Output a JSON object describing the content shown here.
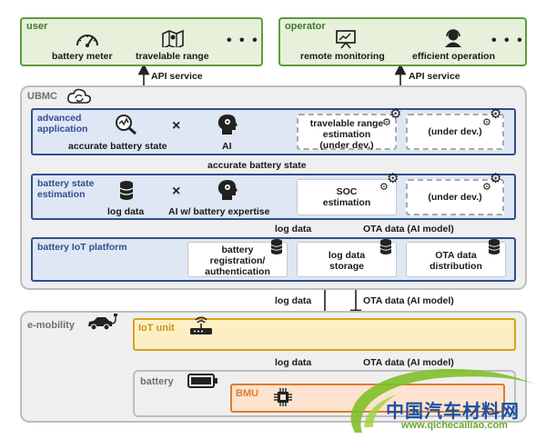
{
  "user": {
    "title": "user",
    "items": [
      "battery meter",
      "travelable range"
    ],
    "more": "• • •"
  },
  "operator": {
    "title": "operator",
    "items": [
      "remote monitoring",
      "efficient operation"
    ],
    "more": "• • •"
  },
  "api": {
    "left": "API service",
    "right": "API service"
  },
  "ubmc": {
    "title": "UBMC",
    "advanced": {
      "title_line1": "advanced",
      "title_line2": "application",
      "item1": "accurate battery state",
      "times": "×",
      "item2": "AI",
      "box1_line1": "travelable range",
      "box1_line2": "estimation",
      "box1_line3": "(under dev.)",
      "box2": "(under dev.)"
    },
    "mid_label": "accurate battery state",
    "estimation": {
      "title_line1": "battery state",
      "title_line2": "estimation",
      "item1": "log data",
      "times": "×",
      "item2": "AI w/ battery expertise",
      "box1_line1": "SOC",
      "box1_line2": "estimation",
      "box2": "(under dev.)"
    },
    "link_left": "log data",
    "link_right": "OTA data (AI model)",
    "iot": {
      "title": "battery IoT platform",
      "box1_line1": "battery",
      "box1_line2": "registration/",
      "box1_line3": "authentication",
      "box2_line1": "log data",
      "box2_line2": "storage",
      "box3_line1": "OTA data",
      "box3_line2": "distribution"
    }
  },
  "link2": {
    "left": "log data",
    "right": "OTA data (AI model)"
  },
  "emobility": {
    "title": "e-mobility",
    "iot_unit": "IoT unit",
    "link_left": "log data",
    "link_right": "OTA data (AI model)",
    "battery": "battery",
    "bmu": "BMU"
  },
  "watermark": {
    "cn": "中国汽车材料网",
    "url": "www.qichecailiao.com"
  }
}
